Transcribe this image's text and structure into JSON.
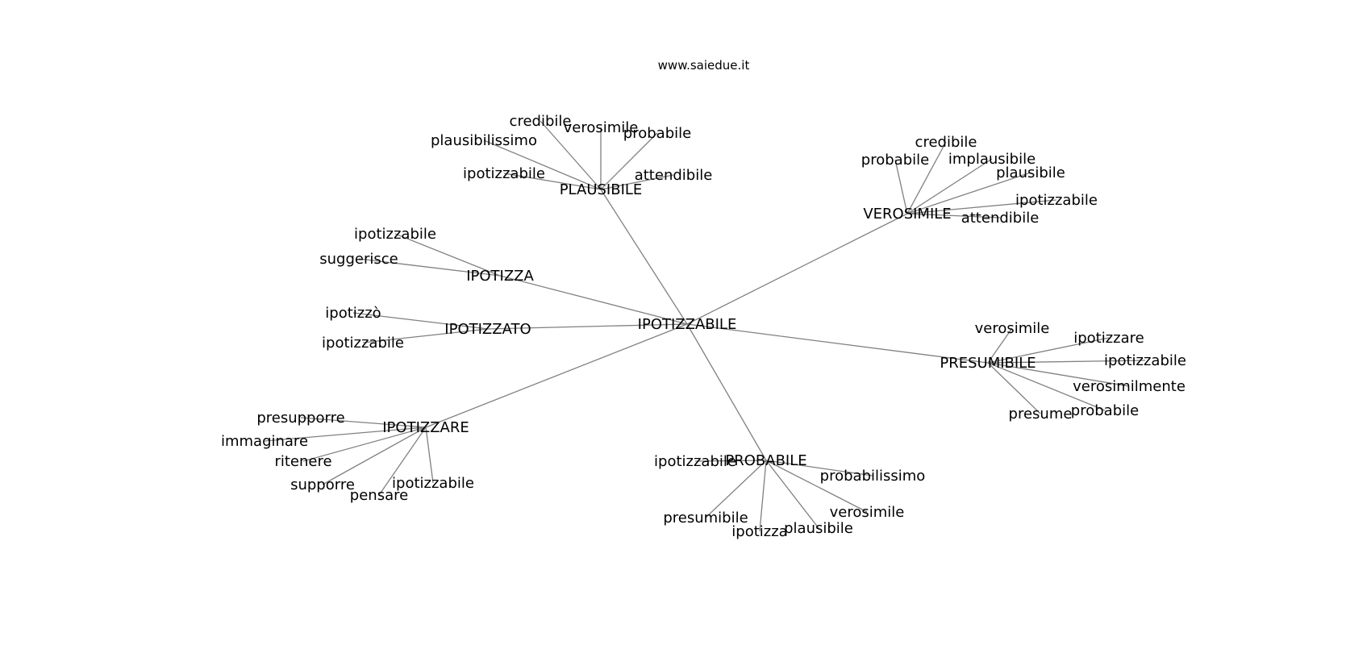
{
  "header": {
    "site": "www.saiedue.it"
  },
  "colors": {
    "edge": "#808080",
    "text": "#000000",
    "background": "#ffffff"
  },
  "graph": {
    "root": "IPOTIZZABILE",
    "groups": [
      {
        "label": "PLAUSIBILE",
        "leaves": [
          "credibile",
          "verosimile",
          "probabile",
          "plausibilissimo",
          "ipotizzabile",
          "attendibile"
        ]
      },
      {
        "label": "VEROSIMILE",
        "leaves": [
          "credibile",
          "probabile",
          "implausibile",
          "plausibile",
          "ipotizzabile",
          "attendibile"
        ]
      },
      {
        "label": "IPOTIZZA",
        "leaves": [
          "ipotizzabile",
          "suggerisce"
        ]
      },
      {
        "label": "IPOTIZZATO",
        "leaves": [
          "ipotizzò",
          "ipotizzabile"
        ]
      },
      {
        "label": "PRESUMIBILE",
        "leaves": [
          "verosimile",
          "ipotizzare",
          "ipotizzabile",
          "verosimilmente",
          "presume",
          "probabile"
        ]
      },
      {
        "label": "IPOTIZZARE",
        "leaves": [
          "presupporre",
          "immaginare",
          "ritenere",
          "supporre",
          "pensare",
          "ipotizzabile"
        ]
      },
      {
        "label": "PROBABILE",
        "leaves": [
          "ipotizzabile",
          "probabilissimo",
          "verosimile",
          "presumibile",
          "ipotizza",
          "plausibile"
        ]
      }
    ]
  }
}
